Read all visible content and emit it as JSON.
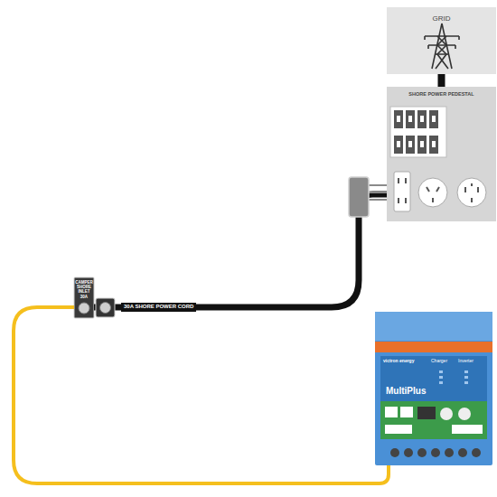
{
  "diagram": {
    "nodes": [
      {
        "text": [
          "GRID"
        ]
      },
      {
        "text": [
          "SHORE POWER PEDESTAL"
        ]
      },
      {
        "text": [
          "CAMPER SHORE INLET 30A"
        ]
      },
      {
        "text": [
          "victron energy",
          "MultiPlus",
          "Charger",
          "Inverter"
        ]
      }
    ],
    "edges": [
      {
        "from": 0,
        "to": 1,
        "arrow": "none"
      },
      {
        "from": 1,
        "to": 2,
        "arrow": "none",
        "label": "30A SHORE POWER CORD"
      },
      {
        "from": 2,
        "to": 3,
        "arrow": "none"
      }
    ]
  }
}
